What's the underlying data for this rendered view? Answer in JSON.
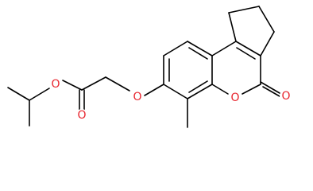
{
  "molecule": {
    "atoms": {
      "o_ester_single": "O",
      "o_ester_carbonyl": "O",
      "o_ether": "O",
      "o_ring": "O",
      "o_lactone_carbonyl": "O"
    }
  },
  "colors": {
    "bond": "#000000",
    "oxygen": "#e8252e",
    "background": "#ffffff"
  }
}
